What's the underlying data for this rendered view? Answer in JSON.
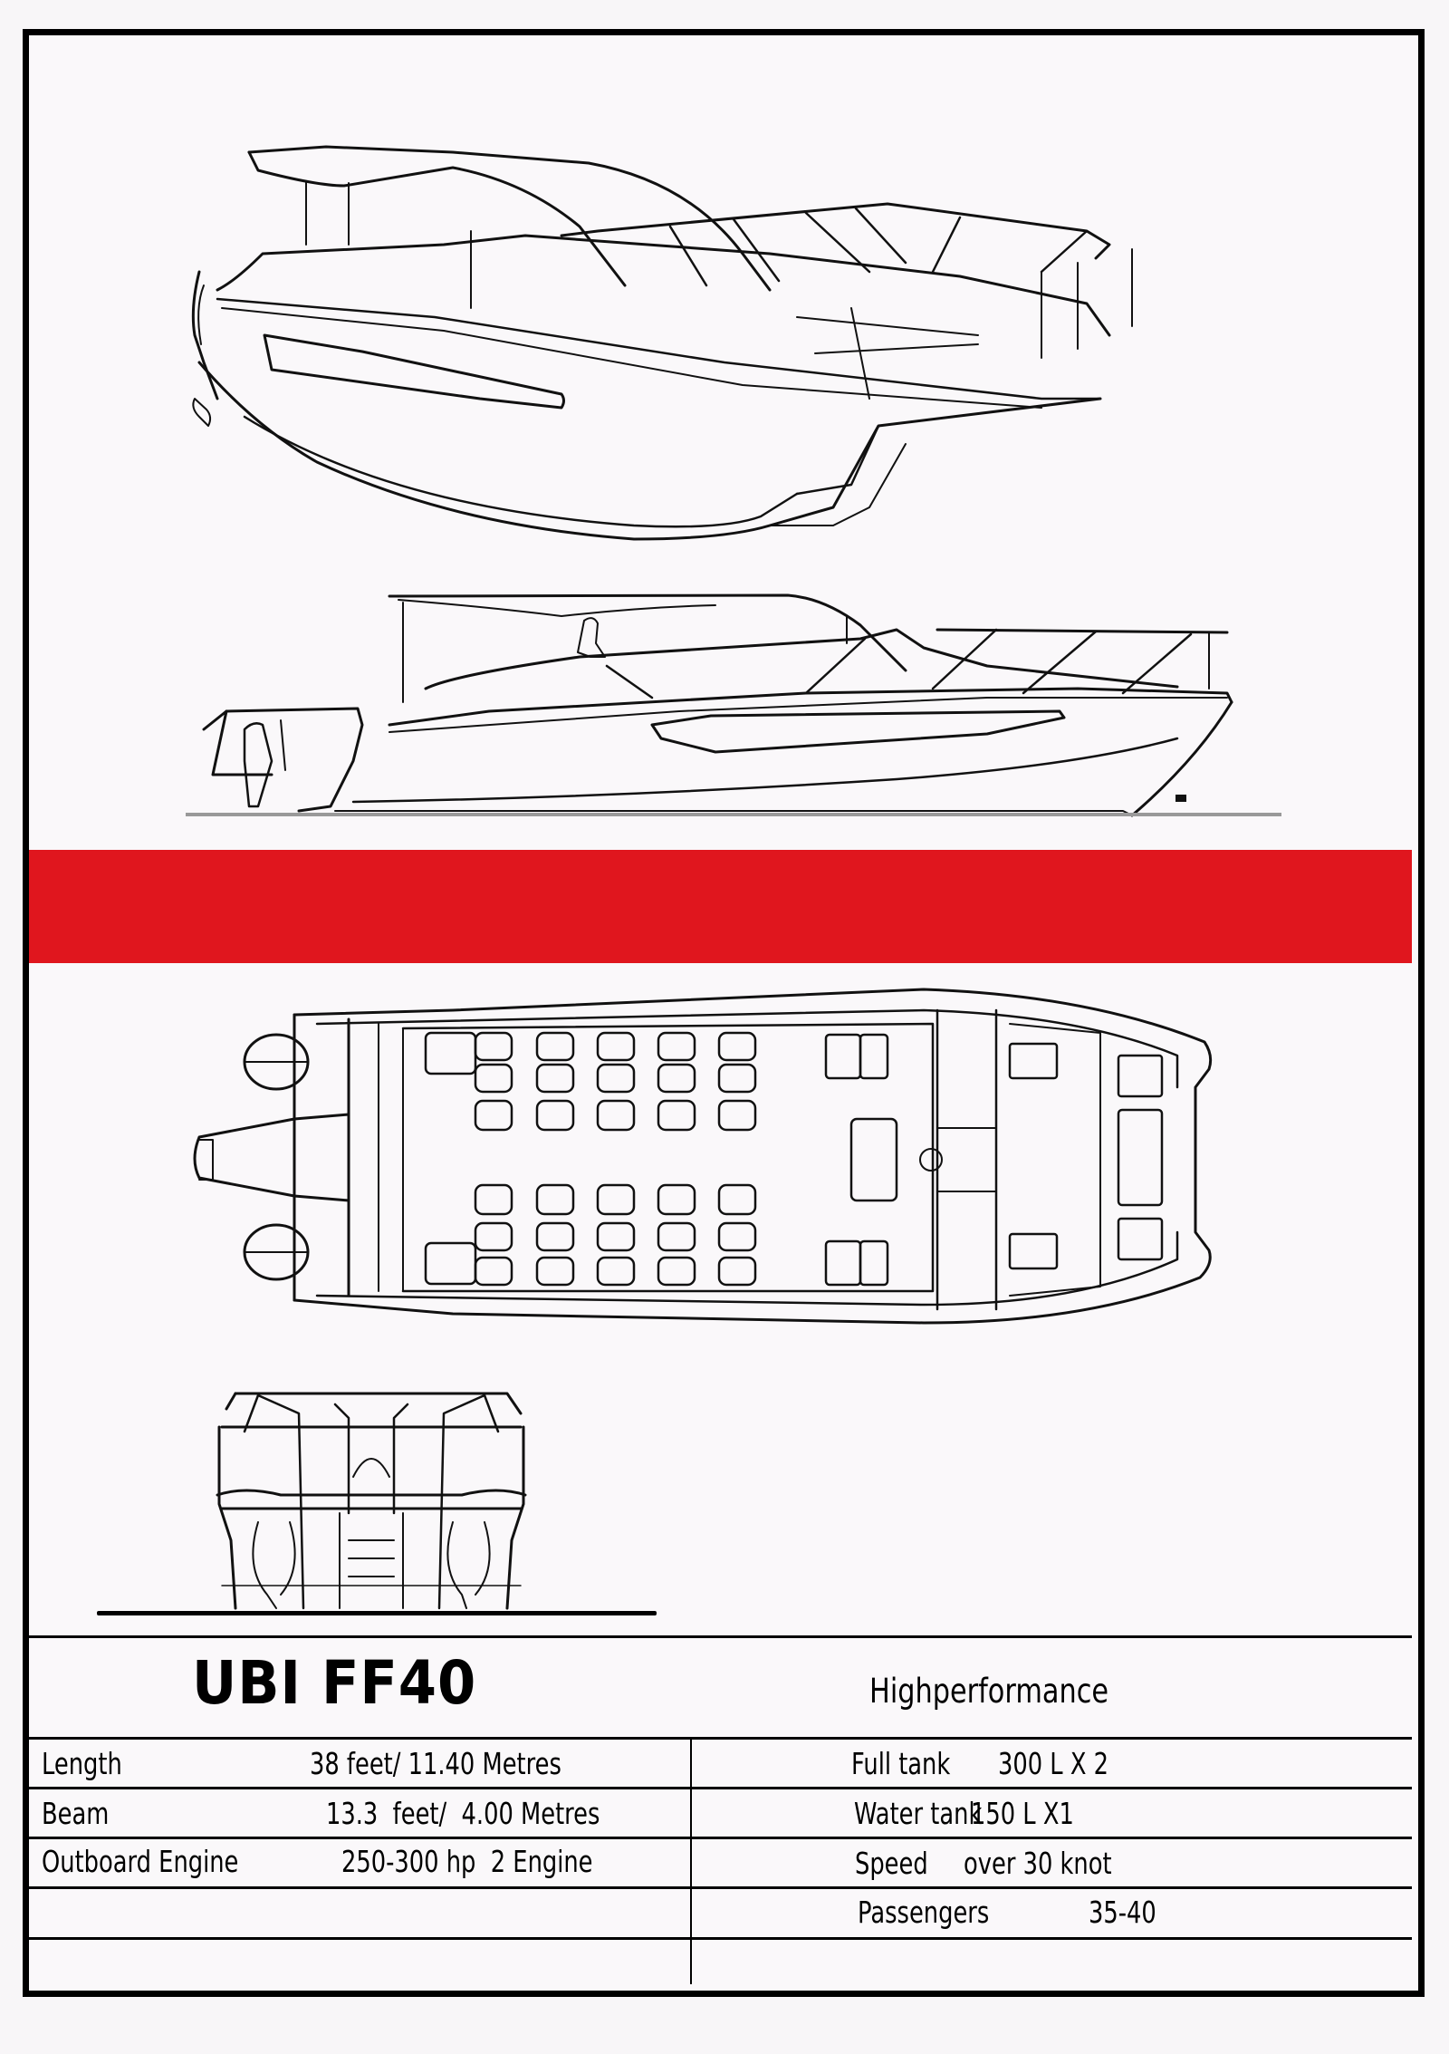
{
  "document": {
    "model_name": "UBI FF40",
    "subtitle": "Highperformance",
    "accent_color": "#e0161e"
  },
  "drawings": {
    "perspective_view": "boat-perspective-drawing",
    "side_view": "boat-side-profile-drawing",
    "plan_view": "boat-deck-plan-drawing",
    "front_view": "boat-front-elevation-drawing"
  },
  "specs_left": [
    {
      "label": "Length",
      "value": "38 feet/ 11.40 Metres"
    },
    {
      "label": "Beam",
      "value": "13.3  feet/  4.00 Metres"
    },
    {
      "label": "Outboard Engine",
      "value": "250-300 hp  2 Engine"
    },
    {
      "label": "",
      "value": ""
    },
    {
      "label": "",
      "value": ""
    }
  ],
  "specs_right": [
    {
      "label": "Full tank",
      "value": "300 L X 2"
    },
    {
      "label": "Water tank",
      "value": "150 L X1"
    },
    {
      "label": "Speed",
      "value": "over 30 knot"
    },
    {
      "label": "Passengers",
      "value": "35-40"
    },
    {
      "label": "",
      "value": ""
    }
  ]
}
